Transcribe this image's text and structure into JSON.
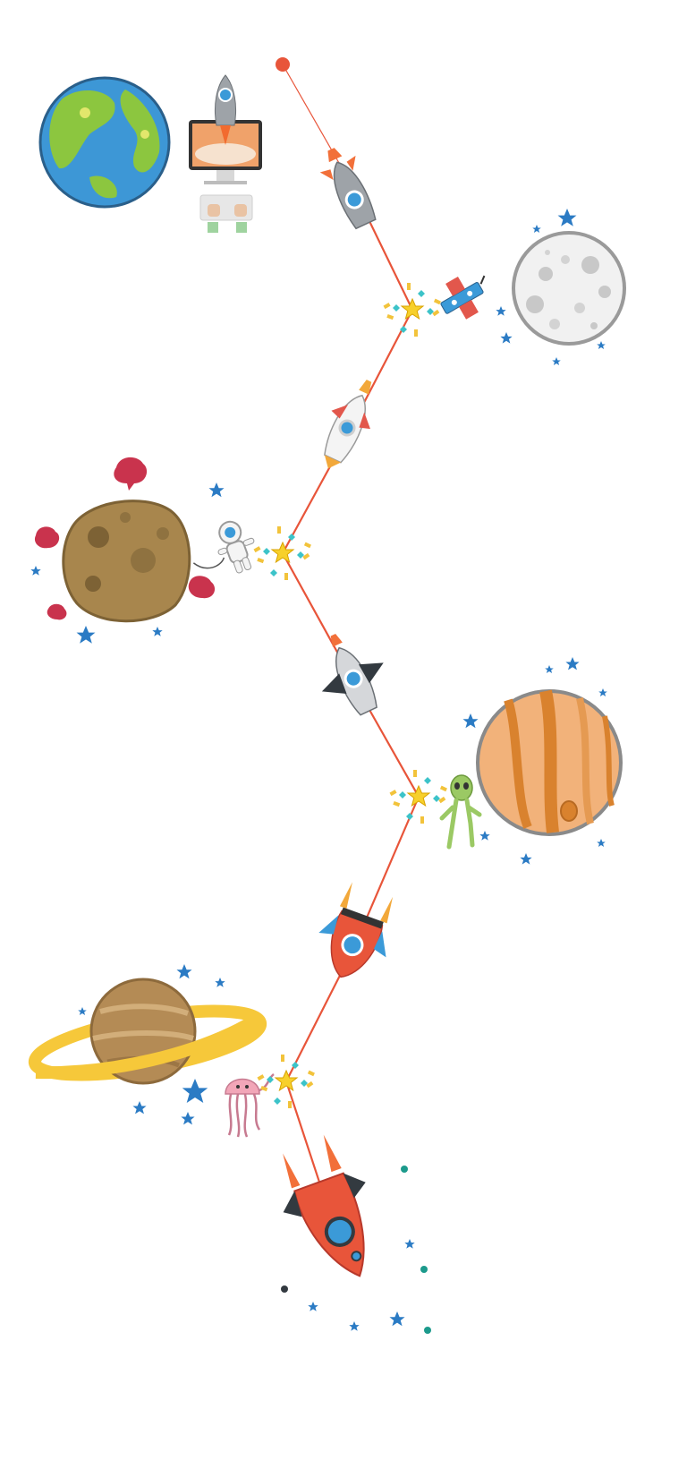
{
  "illustration": {
    "path_color": "#e8553a",
    "star_color": "#2b7bc4",
    "planets": [
      {
        "name": "earth",
        "colors": {
          "ocean": "#3d97d6",
          "land": "#8cc63f",
          "outline": "#2a5f8a"
        }
      },
      {
        "name": "moon",
        "colors": {
          "surface": "#f1f1f1",
          "crater": "#c8c8c8",
          "outline": "#9a9a9a"
        }
      },
      {
        "name": "asteroid-planet",
        "colors": {
          "surface": "#a8864d",
          "crater": "#7d6235",
          "puff": "#c9334d"
        }
      },
      {
        "name": "jupiter",
        "colors": {
          "base": "#f2b27a",
          "band": "#d9822e",
          "outline": "#8a8a8a"
        }
      },
      {
        "name": "saturn",
        "colors": {
          "body": "#b48b55",
          "ring": "#f6c83a"
        }
      }
    ],
    "rockets": [
      "gray-rocket",
      "white-orange-rocket",
      "gray-black-rocket",
      "red-blue-rocket",
      "big-red-rocket"
    ],
    "characters": [
      "satellite",
      "astronaut",
      "alien",
      "jellyfish"
    ]
  }
}
